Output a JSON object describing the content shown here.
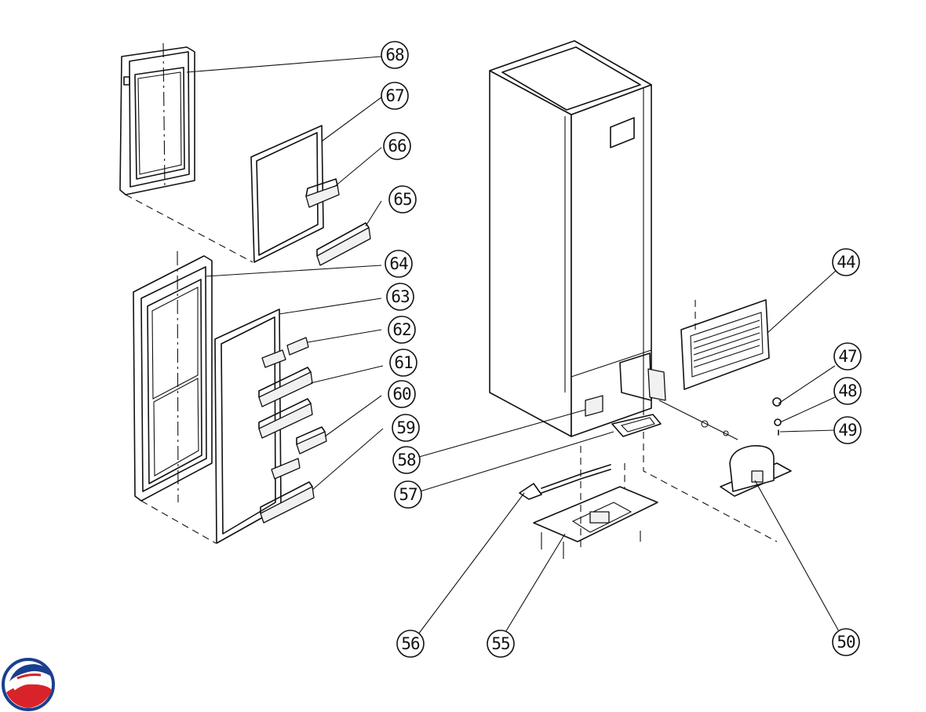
{
  "callouts": [
    {
      "id": "68",
      "label": "68"
    },
    {
      "id": "67",
      "label": "67"
    },
    {
      "id": "66",
      "label": "66"
    },
    {
      "id": "65",
      "label": "65"
    },
    {
      "id": "64",
      "label": "64"
    },
    {
      "id": "63",
      "label": "63"
    },
    {
      "id": "62",
      "label": "62"
    },
    {
      "id": "61",
      "label": "61"
    },
    {
      "id": "60",
      "label": "60"
    },
    {
      "id": "59",
      "label": "59"
    },
    {
      "id": "58",
      "label": "58"
    },
    {
      "id": "57",
      "label": "57"
    },
    {
      "id": "56",
      "label": "56"
    },
    {
      "id": "55",
      "label": "55"
    },
    {
      "id": "50",
      "label": "50"
    },
    {
      "id": "49",
      "label": "49"
    },
    {
      "id": "48",
      "label": "48"
    },
    {
      "id": "47",
      "label": "47"
    },
    {
      "id": "44",
      "label": "44"
    }
  ],
  "logo": {
    "icon": "brand-swirl-logo",
    "colors": [
      "#1a3f8f",
      "#d8232a"
    ]
  }
}
